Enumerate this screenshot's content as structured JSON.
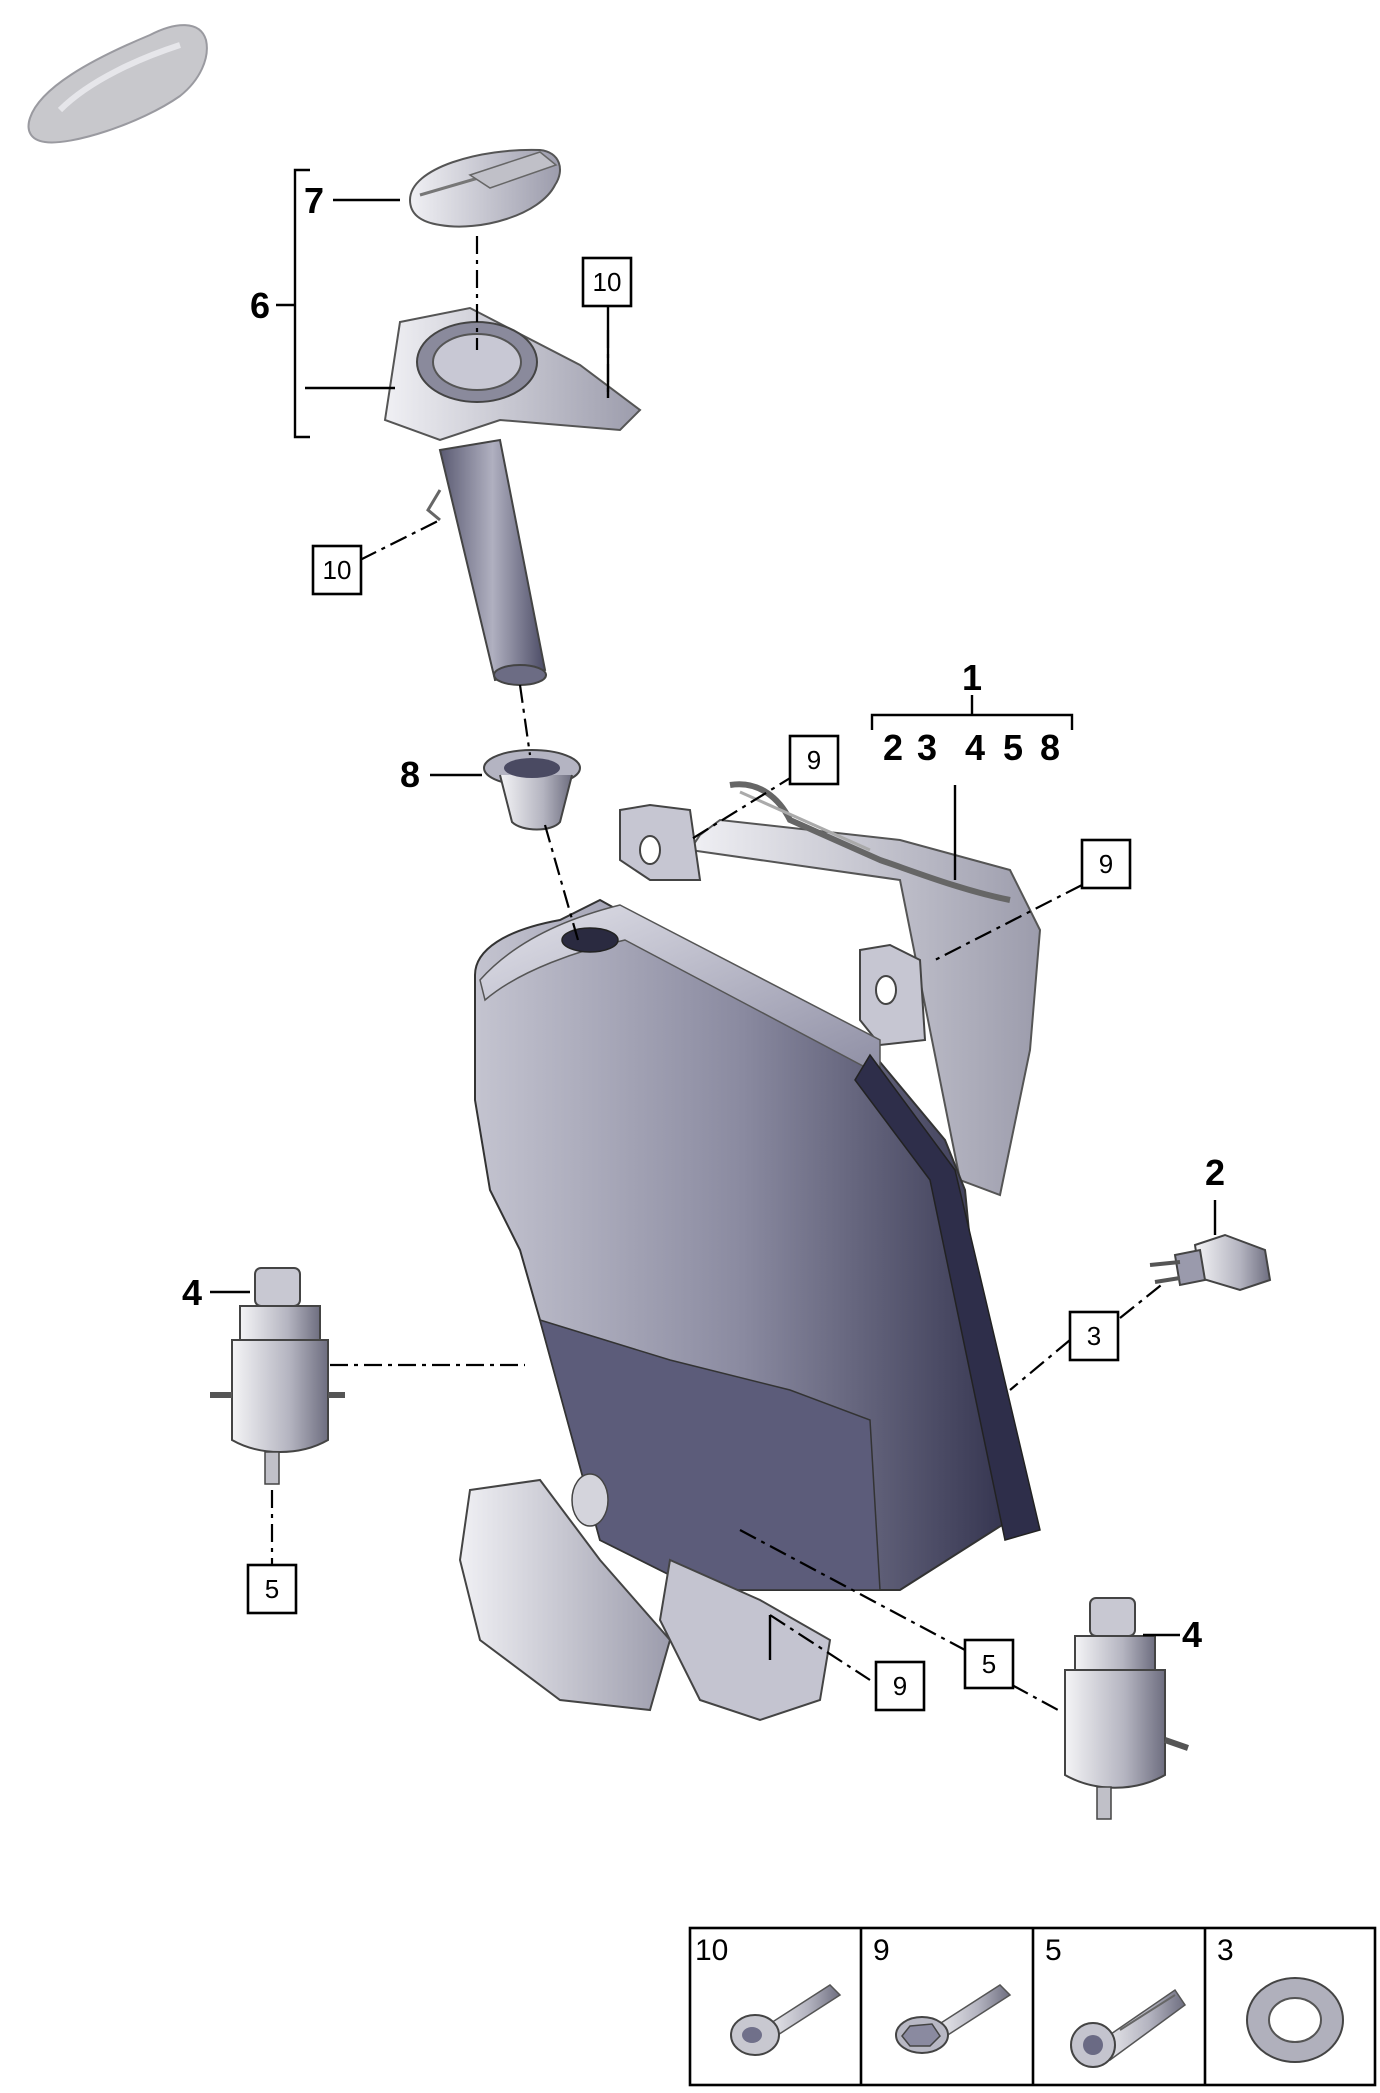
{
  "callouts": {
    "c1": "1",
    "c2_group": "2",
    "c3_group": "3",
    "c4_group": "4",
    "c5_group": "5",
    "c8_group": "8",
    "c2": "2",
    "c3": "3",
    "c4_left": "4",
    "c4_right": "4",
    "c5_left": "5",
    "c5_center": "5",
    "c6": "6",
    "c7": "7",
    "c8": "8",
    "c9_top": "9",
    "c9_right": "9",
    "c9_bottom": "9",
    "c10_top": "10",
    "c10_left": "10"
  },
  "legend": {
    "items": [
      {
        "label": "10"
      },
      {
        "label": "9"
      },
      {
        "label": "5"
      },
      {
        "label": "3"
      }
    ]
  },
  "colors": {
    "part_light": "#d6d6de",
    "part_mid": "#a4a4b4",
    "part_dark": "#3c3c5a",
    "outline": "#000000"
  }
}
